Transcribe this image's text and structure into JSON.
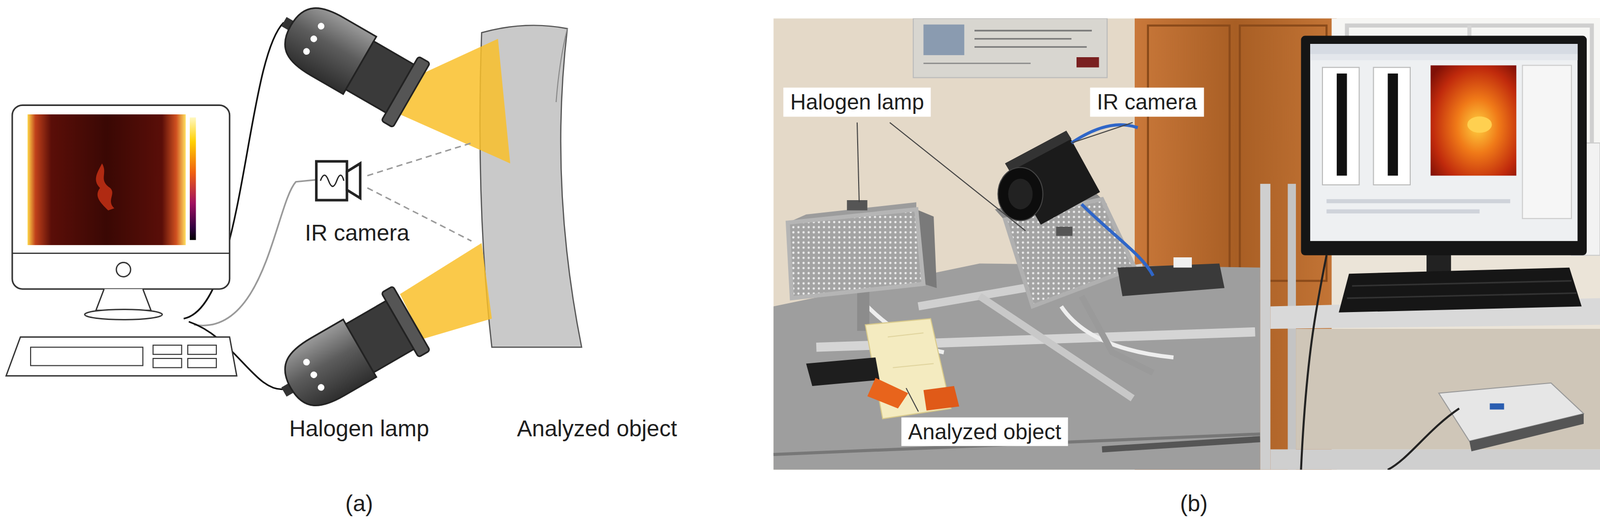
{
  "diagram": {
    "labels": [
      "IR camera",
      "Halogen lamp",
      "Analyzed object",
      "(a)",
      "Halogen lamp",
      "IR camera",
      "Analyzed object",
      "(b)"
    ]
  }
}
